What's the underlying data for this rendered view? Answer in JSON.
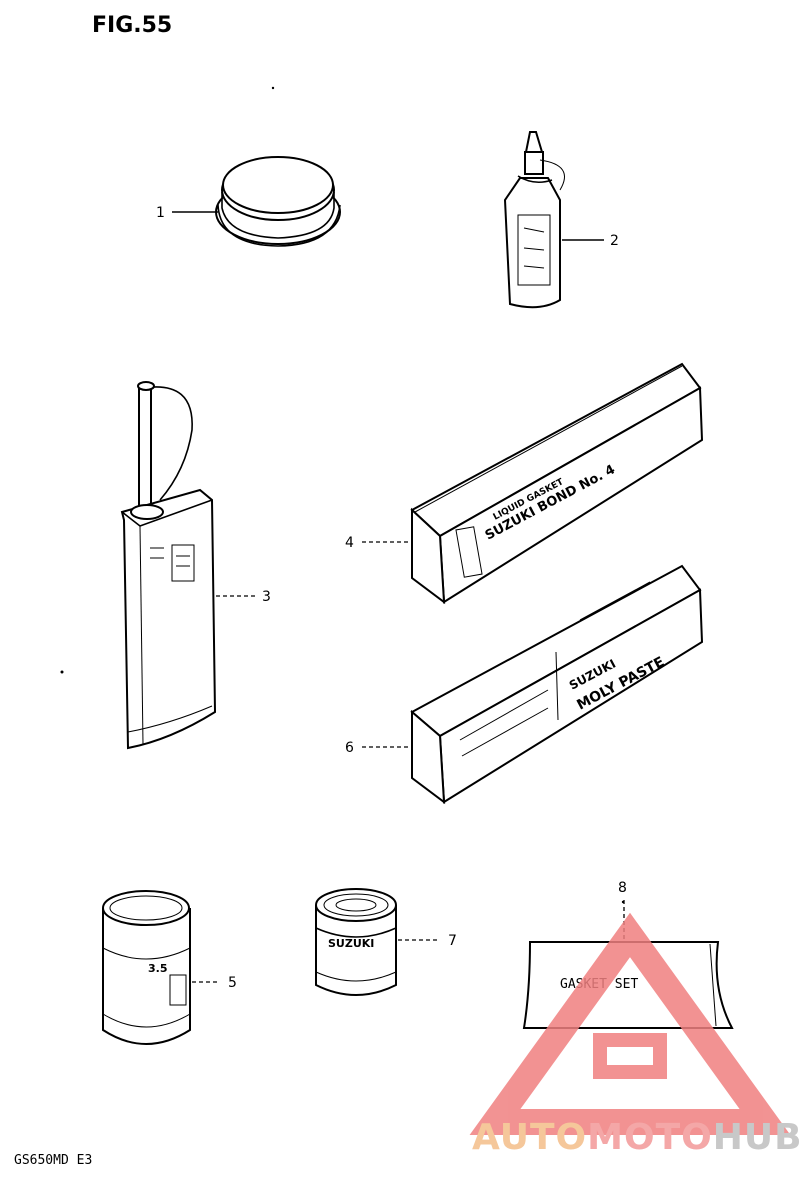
{
  "figure": {
    "title": "FIG.55",
    "model_code": "GS650MD E3"
  },
  "parts": [
    {
      "ref": "1"
    },
    {
      "ref": "2"
    },
    {
      "ref": "3"
    },
    {
      "ref": "4",
      "label_line1": "LIQUID GASKET",
      "label_line2": "SUZUKI BOND No. 4"
    },
    {
      "ref": "5",
      "label": "3.5"
    },
    {
      "ref": "6",
      "label_line1": "SUZUKI",
      "label_line2": "MOLY PASTE"
    },
    {
      "ref": "7",
      "label": "SUZUKI"
    },
    {
      "ref": "8",
      "label": "GASKET SET"
    }
  ],
  "watermark": {
    "part1": "AUTO",
    "part2": "MOTO",
    "part3": "HUB",
    "colors": {
      "auto": "#f5c79a",
      "moto": "#f4a7a7",
      "hub": "#d0d0d0",
      "triangle": "#f08080"
    }
  }
}
